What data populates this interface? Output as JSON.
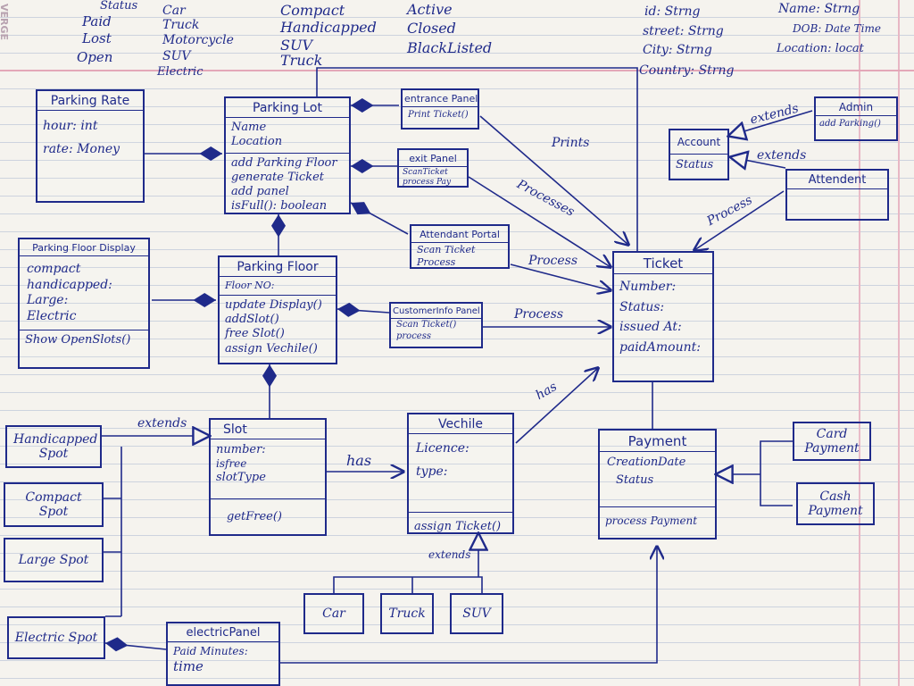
{
  "brand": "VERGE",
  "header": {
    "status_col": [
      "Status",
      "Paid",
      "Lost",
      "Open"
    ],
    "vehicle_col": [
      "Car",
      "Truck",
      "Motorcycle",
      "SUV",
      "Electric"
    ],
    "spot_col": [
      "Compact",
      "Handicapped",
      "SUV",
      "Truck"
    ],
    "ticket_col": [
      "Active",
      "Closed",
      "BlackListed"
    ],
    "address_col": [
      "id: Strng",
      "street: Strng",
      "City: Strng",
      "Country: Strng"
    ],
    "person_col": [
      "Name: Strng",
      "DOB: Date Time",
      "Location: locat"
    ]
  },
  "classes": {
    "parking_rate": {
      "title": "Parking Rate",
      "attrs": [
        "hour: int",
        "rate: Money"
      ]
    },
    "parking_lot": {
      "title": "Parking Lot",
      "attrs": [
        "Name",
        "Location"
      ],
      "methods": [
        "add Parking Floor",
        "generate Ticket",
        "add panel",
        "isFull(): boolean"
      ]
    },
    "entrance_panel": {
      "title": "entrance Panel",
      "methods": [
        "Print Ticket()"
      ]
    },
    "exit_panel": {
      "title": "exit Panel",
      "methods": [
        "ScanTicket",
        "process Pay"
      ]
    },
    "attendant_portal": {
      "title": "Attendant Portal",
      "methods": [
        "Scan Ticket",
        "Process"
      ]
    },
    "customer_info_panel": {
      "title": "CustomerInfo Panel",
      "methods": [
        "Scan Ticket()",
        "process"
      ]
    },
    "floor_display": {
      "title": "Parking Floor Display",
      "attrs": [
        "compact",
        "handicapped:",
        "Large:",
        "Electric"
      ],
      "methods": [
        "Show OpenSlots()"
      ]
    },
    "parking_floor": {
      "title": "Parking Floor",
      "attrs": [
        "Floor NO:"
      ],
      "methods": [
        "update Display()",
        "addSlot()",
        "free Slot()",
        "assign Vechile()"
      ]
    },
    "ticket": {
      "title": "Ticket",
      "attrs": [
        "Number:",
        "Status:",
        "issued At:",
        "paidAmount:"
      ]
    },
    "account": {
      "title": "Account",
      "attrs": [
        "Status"
      ]
    },
    "admin": {
      "title": "Admin",
      "methods": [
        "add Parking()"
      ]
    },
    "attendant": {
      "title": "Attendent"
    },
    "slot": {
      "title": "Slot",
      "attrs": [
        "number:",
        "isfree",
        "slotType"
      ],
      "methods": [
        "getFree()"
      ]
    },
    "vehicle": {
      "title": "Vechile",
      "attrs": [
        "Licence:",
        "type:"
      ],
      "methods": [
        "assign Ticket()"
      ]
    },
    "payment": {
      "title": "Payment",
      "attrs": [
        "CreationDate",
        "Status"
      ],
      "methods": [
        "process Payment"
      ]
    },
    "electric_panel": {
      "title": "electricPanel",
      "attrs": [
        "Paid Minutes:",
        "time"
      ]
    }
  },
  "simple_boxes": {
    "handicapped_spot": "Handicapped Spot",
    "compact_spot": "Compact Spot",
    "large_spot": "Large Spot",
    "electric_spot": "Electric Spot",
    "car": "Car",
    "truck": "Truck",
    "suv": "SUV",
    "card_payment": "Card Payment",
    "cash_payment": "Cash Payment"
  },
  "labels": {
    "prints": "Prints",
    "processes": "Processes",
    "process_1": "Process",
    "process_2": "Process",
    "process_3": "Process",
    "has_1": "has",
    "has_2": "has",
    "extends_slot": "extends",
    "extends_vehicle": "extends",
    "extends_admin": "extends",
    "extends_attendant": "extends"
  }
}
